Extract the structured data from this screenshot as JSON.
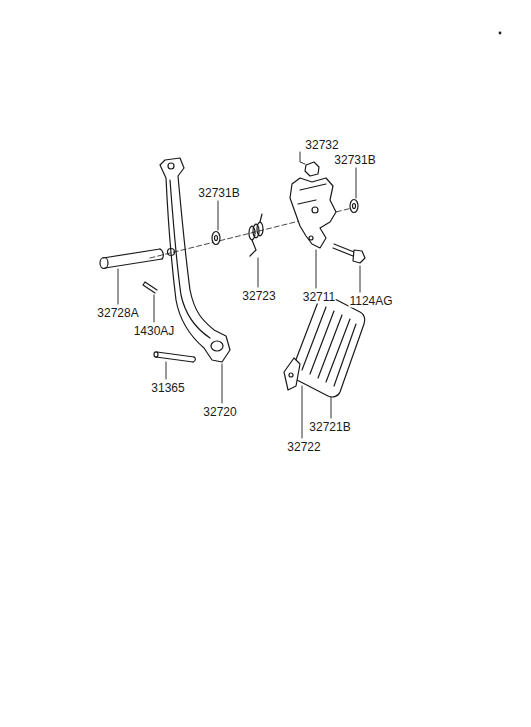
{
  "diagram": {
    "labels": [
      "32732",
      "32731B",
      "32731B",
      "32723",
      "32711",
      "1124AG",
      "32728A",
      "1430AJ",
      "31365",
      "32720",
      "32721B",
      "32722"
    ]
  }
}
